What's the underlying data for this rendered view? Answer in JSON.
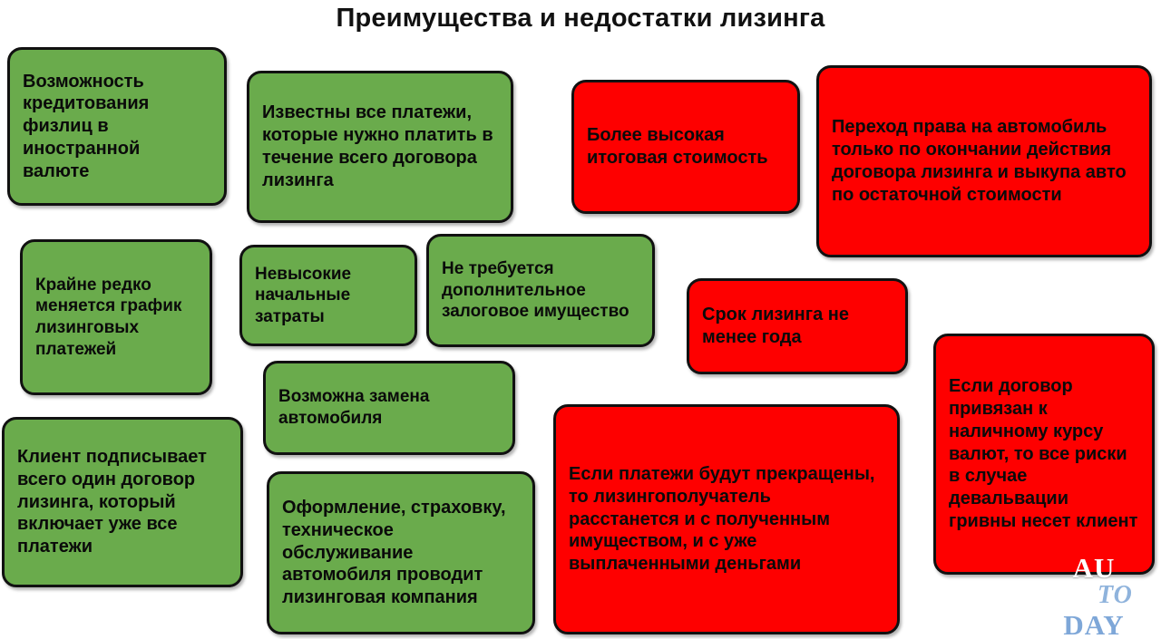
{
  "page": {
    "title": "Преимущества и недостатки лизинга",
    "background_color": "#ffffff",
    "title_color": "#111111"
  },
  "colors": {
    "pro_fill": "#6aab4c",
    "con_fill": "#fe0000",
    "card_border": "#111111",
    "text": "#0a0a0a"
  },
  "pros": [
    {
      "text": "Возможность кредитования физлиц в иностранной валюте"
    },
    {
      "text": "Известны все платежи, которые нужно платить в течение всего договора лизинга"
    },
    {
      "text": "Крайне редко меняется график лизинговых платежей"
    },
    {
      "text": "Невысокие начальные затраты"
    },
    {
      "text": "Не требуется дополнительное залоговое имущество"
    },
    {
      "text": "Возможна замена автомобиля"
    },
    {
      "text": "Клиент подписывает всего один договор лизинга, который включает уже все платежи"
    },
    {
      "text": "Оформление, страховку, техническое обслуживание автомобиля проводит лизинговая компания"
    }
  ],
  "cons": [
    {
      "text": "Более высокая итоговая стоимость"
    },
    {
      "text": "Переход права на автомобиль только по окончании действия договора лизинга и выкупа авто по остаточной стоимости"
    },
    {
      "text": "Срок лизинга не менее года"
    },
    {
      "text": "Если договор привязан к наличному курсу валют, то все риски в случае девальвации гривны несет клиент"
    },
    {
      "text": "Если платежи будут прекращены, то лизингополучатель расстанется и с полученным имуществом, и с уже выплаченными деньгами"
    }
  ],
  "watermark": {
    "line1": "AU",
    "line2_a": "TO",
    "line2_dot": "•",
    "line2_b": "TO",
    "line3": "DAY"
  }
}
